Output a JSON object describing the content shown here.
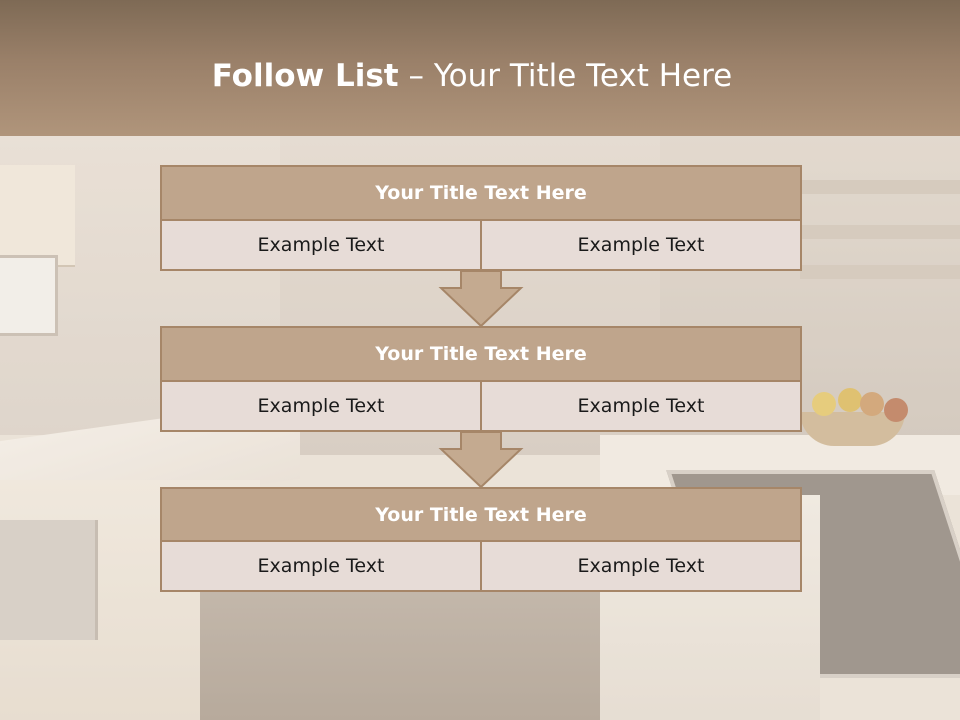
{
  "slide": {
    "title_bold": "Follow List",
    "title_rest": " – Your Title Text Here"
  },
  "flow": [
    {
      "title": "Your Title Text Here",
      "cells": [
        "Example Text",
        "Example Text"
      ]
    },
    {
      "title": "Your Title Text Here",
      "cells": [
        "Example Text",
        "Example Text"
      ]
    },
    {
      "title": "Your Title Text Here",
      "cells": [
        "Example Text",
        "Example Text"
      ]
    }
  ],
  "colors": {
    "header": "#9a8069",
    "block_title": "#bfa58c",
    "block_border": "#a68668",
    "cell": "#e7dcd7",
    "arrow": "#c4aa90"
  }
}
